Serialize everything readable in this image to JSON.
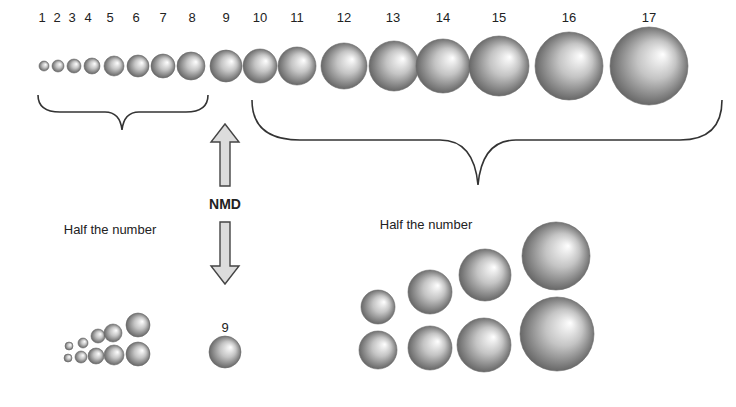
{
  "diagram": {
    "labels": [
      "1",
      "2",
      "3",
      "4",
      "5",
      "6",
      "7",
      "8",
      "9",
      "10",
      "11",
      "12",
      "13",
      "14",
      "15",
      "16",
      "17",
      "NMD",
      "Half the number",
      "Half the number",
      "9"
    ]
  }
}
